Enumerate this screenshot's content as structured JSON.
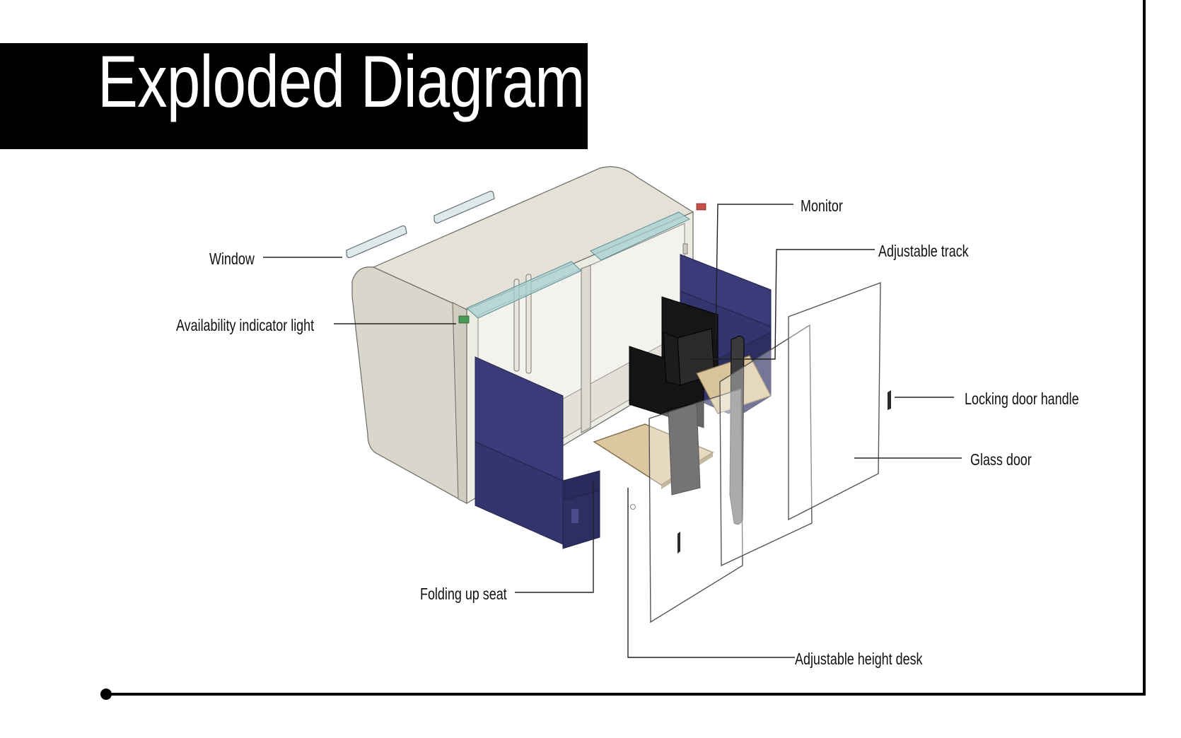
{
  "title": "Exploded Diagram",
  "labels": {
    "window": "Window",
    "availability_light": "Availability indicator light",
    "monitor": "Monitor",
    "adjustable_track": "Adjustable track",
    "locking_handle": "Locking door handle",
    "glass_door": "Glass door",
    "folding_seat": "Folding up seat",
    "desk": "Adjustable height desk"
  },
  "colors": {
    "title_bg": "#000000",
    "title_text": "#ffffff",
    "pod_shell": "#d9d6cb",
    "seat_fabric": "#34356f",
    "desk_wood": "#d8c39a",
    "glass": "#c9dadc",
    "indicator_green": "#4a9a5a",
    "indicator_red": "#c9504a"
  }
}
